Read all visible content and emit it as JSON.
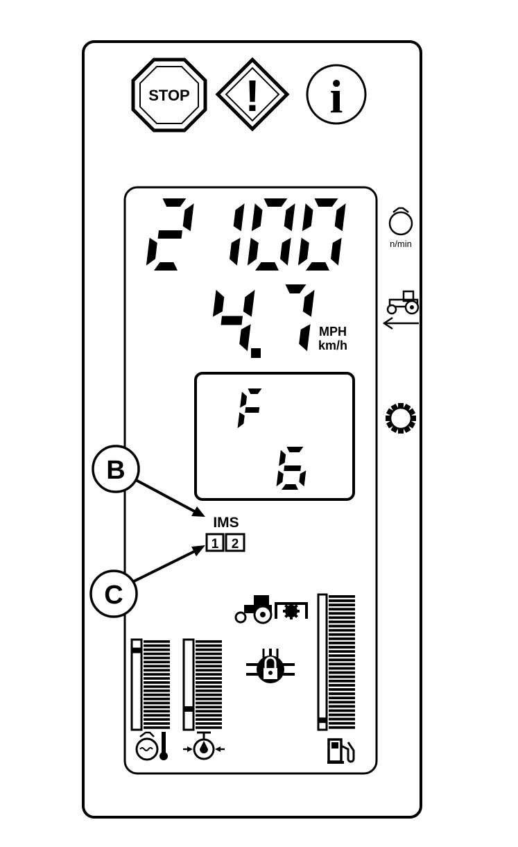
{
  "warning_lamps": [
    {
      "icon": "stop-icon",
      "text": "STOP"
    },
    {
      "icon": "warning-icon",
      "text": "!"
    },
    {
      "icon": "info-icon",
      "text": "i"
    }
  ],
  "display": {
    "engine_speed": "2100",
    "ground_speed": "4.7",
    "speed_units": [
      "MPH",
      "km/h"
    ],
    "direction": "F",
    "gear": "6"
  },
  "side_indicators": [
    {
      "icon": "engine-speed-icon",
      "label": "n/min"
    },
    {
      "icon": "tractor-reverse-icon",
      "label": ""
    },
    {
      "icon": "gear-icon",
      "label": ""
    }
  ],
  "ims": {
    "label": "IMS",
    "slots": [
      "1",
      "2"
    ]
  },
  "callouts": [
    {
      "letter": "B",
      "target": "ims-label"
    },
    {
      "letter": "C",
      "target": "ims-slots"
    }
  ],
  "gauges": [
    {
      "name": "coolant-temperature",
      "icon": "coolant-temperature-icon",
      "level": 0.88
    },
    {
      "name": "oil-pressure",
      "icon": "oil-pressure-icon",
      "level": 0.23
    },
    {
      "name": "fuel",
      "icon": "fuel-pump-icon",
      "level": 0.07
    }
  ],
  "center_icons": [
    "tractor-icon",
    "pto-icon",
    "differential-lock-icon"
  ],
  "colors": {
    "ink": "#000000",
    "paper": "#ffffff"
  }
}
